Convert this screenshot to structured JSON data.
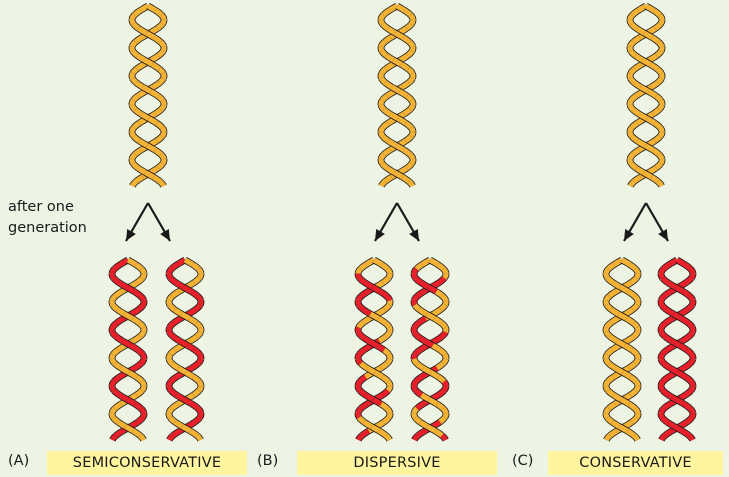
{
  "side_label": "after one\ngeneration",
  "panels": [
    {
      "letter": "(A)",
      "model": "SEMICONSERVATIVE"
    },
    {
      "letter": "(B)",
      "model": "DISPERSIVE"
    },
    {
      "letter": "(C)",
      "model": "CONSERVATIVE"
    }
  ],
  "colors": {
    "background": "#edf4e4",
    "original_strand": "#f5b335",
    "new_strand": "#e8202a",
    "label_box": "#fff59e",
    "arrow": "#1a1a1a"
  }
}
